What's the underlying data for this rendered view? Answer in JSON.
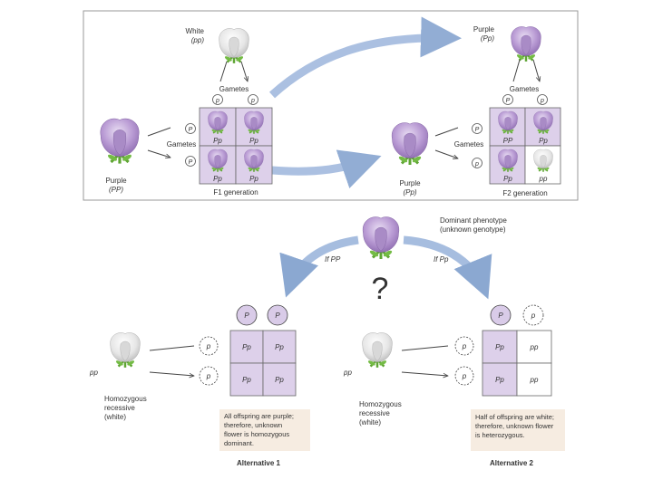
{
  "top_panel": {
    "white_parent": {
      "label": "White",
      "genotype": "(pp)"
    },
    "purple_parent_left": {
      "label": "Purple",
      "genotype": "(PP)"
    },
    "gametes_label_top": "Gametes",
    "gametes_label_side": "Gametes",
    "gamete_p_lower": "p",
    "gamete_p_upper": "P",
    "f1_cells": [
      "Pp",
      "Pp",
      "Pp",
      "Pp"
    ],
    "f1_label": "F1 generation",
    "f1_parent": {
      "label": "Purple",
      "genotype": "(Pp)"
    },
    "f2_top_parent": {
      "label": "Purple",
      "genotype": "(Pp)"
    },
    "f2_gametes_top": "Gametes",
    "f2_gametes_side": "Gametes",
    "f2_cells": [
      "PP",
      "Pp",
      "Pp",
      "pp"
    ],
    "f2_label": "F2 generation"
  },
  "test_cross": {
    "unknown_label_line1": "Dominant phenotype",
    "unknown_label_line2": "(unknown genotype)",
    "question_mark": "?",
    "if_left": "If PP",
    "if_right": "If Pp",
    "alt1": {
      "gametes_top": [
        "P",
        "P"
      ],
      "gametes_side": [
        "p",
        "p"
      ],
      "parent_genotype": "pp",
      "parent_label": [
        "Homozygous",
        "recessive",
        "(white)"
      ],
      "cells": [
        "Pp",
        "Pp",
        "Pp",
        "Pp"
      ],
      "conclusion": [
        "All offspring are purple;",
        "therefore, unknown",
        "flower is homozygous",
        "dominant."
      ],
      "title": "Alternative 1"
    },
    "alt2": {
      "gametes_top": [
        "P",
        "p"
      ],
      "gametes_side": [
        "p",
        "p"
      ],
      "parent_genotype": "pp",
      "parent_label": [
        "Homozygous",
        "recessive",
        "(white)"
      ],
      "cells": [
        "Pp",
        "pp",
        "Pp",
        "pp"
      ],
      "conclusion": [
        "Half of offspring are white;",
        "therefore, unknown flower",
        "is heterozygous."
      ],
      "title": "Alternative 2"
    }
  },
  "colors": {
    "purple_flower": "#b79ad2",
    "white_flower": "#ececec",
    "leaf": "#6fb73f",
    "cell_purple": "#ddd0ea",
    "arrow_blue": "#8aaad4",
    "note_bg": "#f6ece1"
  }
}
